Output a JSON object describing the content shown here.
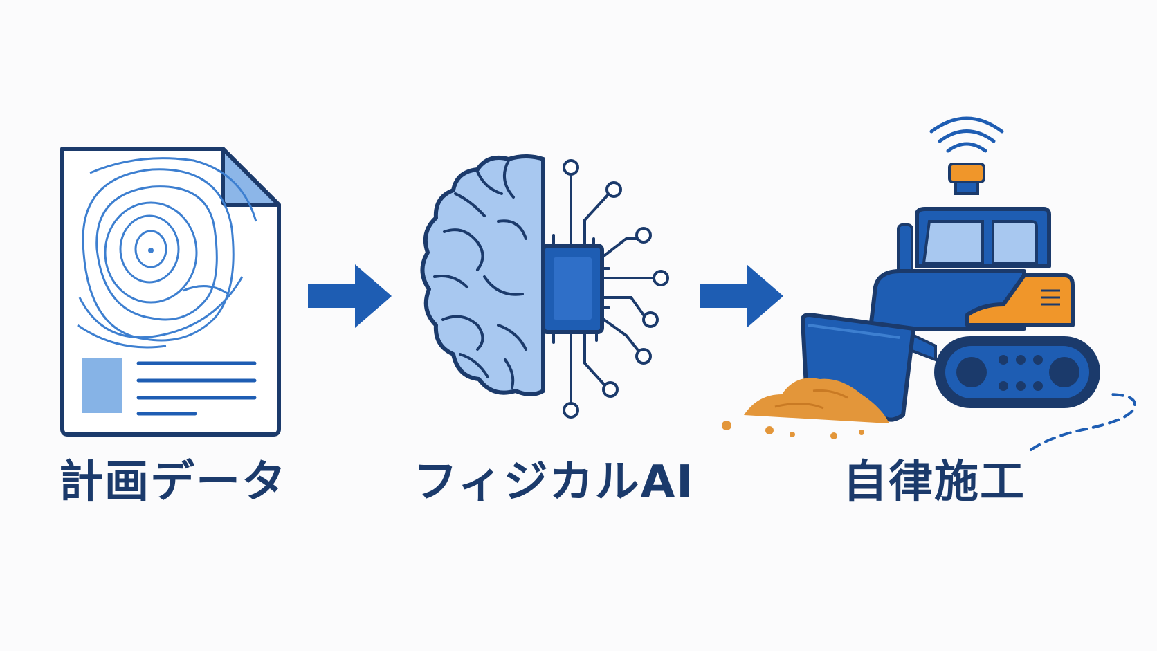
{
  "steps": [
    {
      "label": "計画データ",
      "icon": "topographic-map-document-icon"
    },
    {
      "label": "フィジカルAI",
      "icon": "brain-circuit-chip-icon"
    },
    {
      "label": "自律施工",
      "icon": "autonomous-bulldozer-icon"
    }
  ],
  "connectors": [
    "arrow-right-icon",
    "arrow-right-icon"
  ],
  "colors": {
    "primary": "#1e5db3",
    "outline": "#1b3a6b",
    "light_blue": "#a8c8f0",
    "dirt": "#e3963a",
    "beacon": "#f0962a"
  }
}
